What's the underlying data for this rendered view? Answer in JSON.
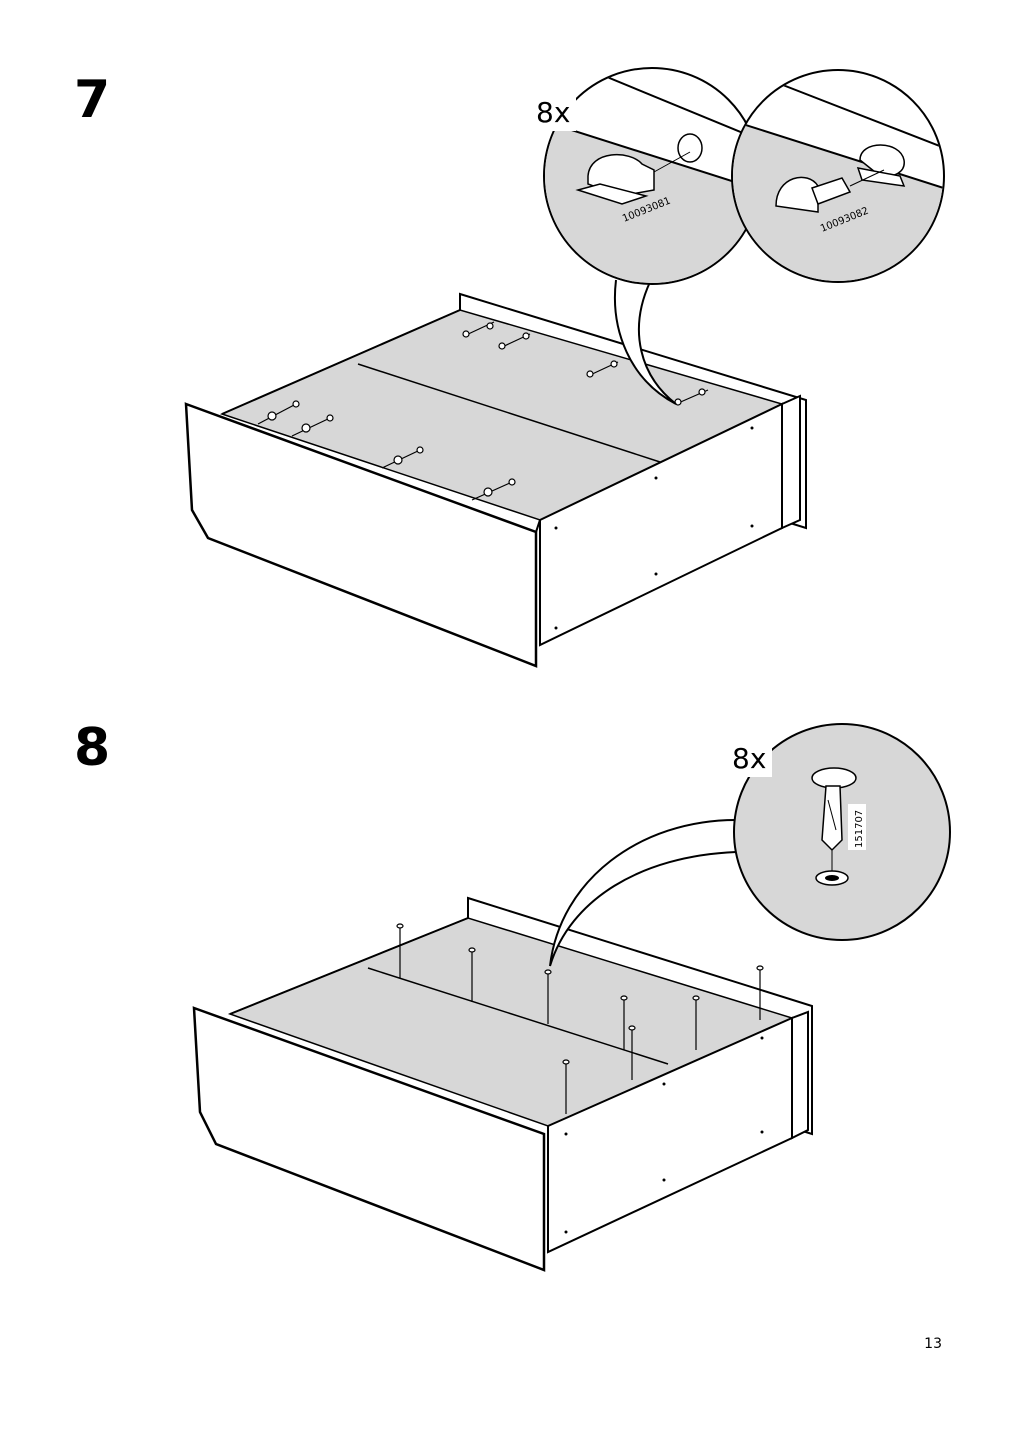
{
  "steps": [
    {
      "number": "7",
      "quantity": "8x",
      "parts": [
        "10093081",
        "10093082"
      ]
    },
    {
      "number": "8",
      "quantity": "8x",
      "parts": [
        "151707"
      ]
    }
  ],
  "page_number": "13",
  "colors": {
    "panel_fill": "#d7d7d7",
    "line": "#000000",
    "background": "#ffffff"
  }
}
